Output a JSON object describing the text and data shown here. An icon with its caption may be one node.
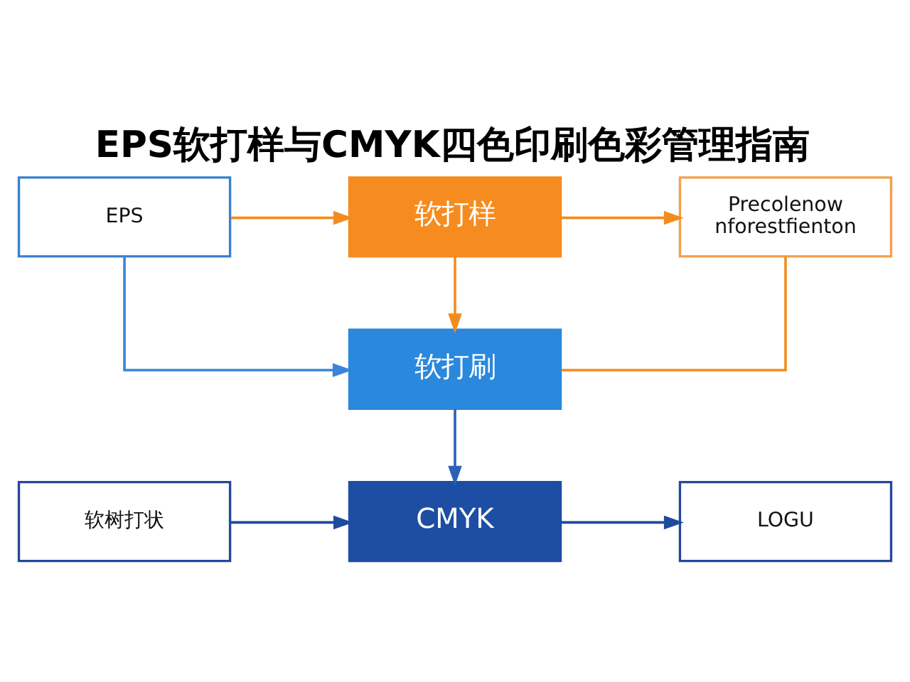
{
  "diagram": {
    "title": "EPS软打样与CMYK四色印刷色彩管理指南",
    "nodes": [
      {
        "text": [
          "EPS"
        ]
      },
      {
        "text": [
          "软打样"
        ]
      },
      {
        "text": [
          "Precolenow nforestfienton"
        ]
      },
      {
        "text": [
          "软打刷"
        ]
      },
      {
        "text": [
          "软树打状"
        ]
      },
      {
        "text": [
          "CMYK"
        ]
      },
      {
        "text": [
          "LOGU"
        ]
      }
    ],
    "edges": [
      {
        "from": 0,
        "to": 1,
        "arrow": "to"
      },
      {
        "from": 1,
        "to": 2,
        "arrow": "to"
      },
      {
        "from": 1,
        "to": 3,
        "arrow": "to"
      },
      {
        "from": 0,
        "to": 3,
        "arrow": "to",
        "color": "#3a85d6"
      },
      {
        "from": 2,
        "to": 3,
        "arrow": "none"
      },
      {
        "from": 3,
        "to": 5,
        "arrow": "to",
        "color": "#2a62b8"
      },
      {
        "from": 4,
        "to": 5,
        "arrow": "to",
        "color": "#1f4a9e"
      },
      {
        "from": 5,
        "to": 6,
        "arrow": "to",
        "color": "#1f4a9e"
      }
    ]
  }
}
